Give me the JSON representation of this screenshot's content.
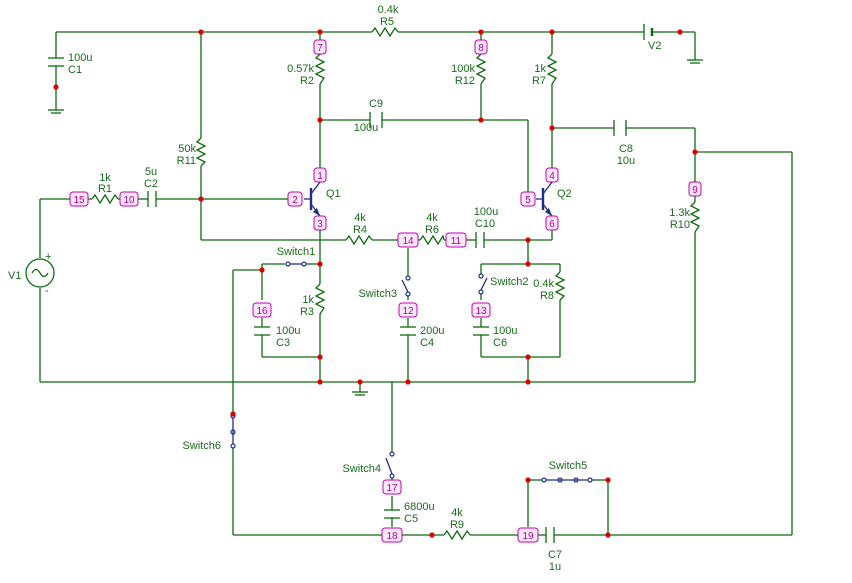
{
  "components": {
    "R1": {
      "ref": "R1",
      "value": "1k"
    },
    "R2": {
      "ref": "R2",
      "value": "0.57k"
    },
    "R3": {
      "ref": "R3",
      "value": "1k"
    },
    "R4": {
      "ref": "R4",
      "value": "4k"
    },
    "R5": {
      "ref": "R5",
      "value": "0.4k"
    },
    "R6": {
      "ref": "R6",
      "value": "4k"
    },
    "R7": {
      "ref": "R7",
      "value": "1k"
    },
    "R8": {
      "ref": "R8",
      "value": "0.4k"
    },
    "R9": {
      "ref": "R9",
      "value": "4k"
    },
    "R10": {
      "ref": "R10",
      "value": "1.3k"
    },
    "R11": {
      "ref": "R11",
      "value": "50k"
    },
    "R12": {
      "ref": "R12",
      "value": "100k"
    },
    "C1": {
      "ref": "C1",
      "value": "100u"
    },
    "C2": {
      "ref": "C2",
      "value": "5u"
    },
    "C3": {
      "ref": "C3",
      "value": "100u"
    },
    "C4": {
      "ref": "C4",
      "value": "200u"
    },
    "C5": {
      "ref": "C5",
      "value": "6800u"
    },
    "C6": {
      "ref": "C6",
      "value": "100u"
    },
    "C7": {
      "ref": "C7",
      "value": "1u"
    },
    "C8": {
      "ref": "C8",
      "value": "10u"
    },
    "C9": {
      "ref": "C9",
      "value": "100u"
    },
    "C10": {
      "ref": "C10",
      "value": "100u"
    },
    "Q1": {
      "ref": "Q1"
    },
    "Q2": {
      "ref": "Q2"
    },
    "V1": {
      "ref": "V1",
      "plus": "+",
      "minus": "-"
    },
    "V2": {
      "ref": "V2"
    },
    "Switch1": {
      "ref": "Switch1"
    },
    "Switch2": {
      "ref": "Switch2"
    },
    "Switch3": {
      "ref": "Switch3"
    },
    "Switch4": {
      "ref": "Switch4"
    },
    "Switch5": {
      "ref": "Switch5"
    },
    "Switch6": {
      "ref": "Switch6"
    }
  },
  "nodes": {
    "n1": "1",
    "n2": "2",
    "n3": "3",
    "n4": "4",
    "n5": "5",
    "n6": "6",
    "n7": "7",
    "n8": "8",
    "n9": "9",
    "n10": "10",
    "n11": "11",
    "n12": "12",
    "n13": "13",
    "n14": "14",
    "n15": "15",
    "n16": "16",
    "n17": "17",
    "n18": "18",
    "n19": "19"
  }
}
